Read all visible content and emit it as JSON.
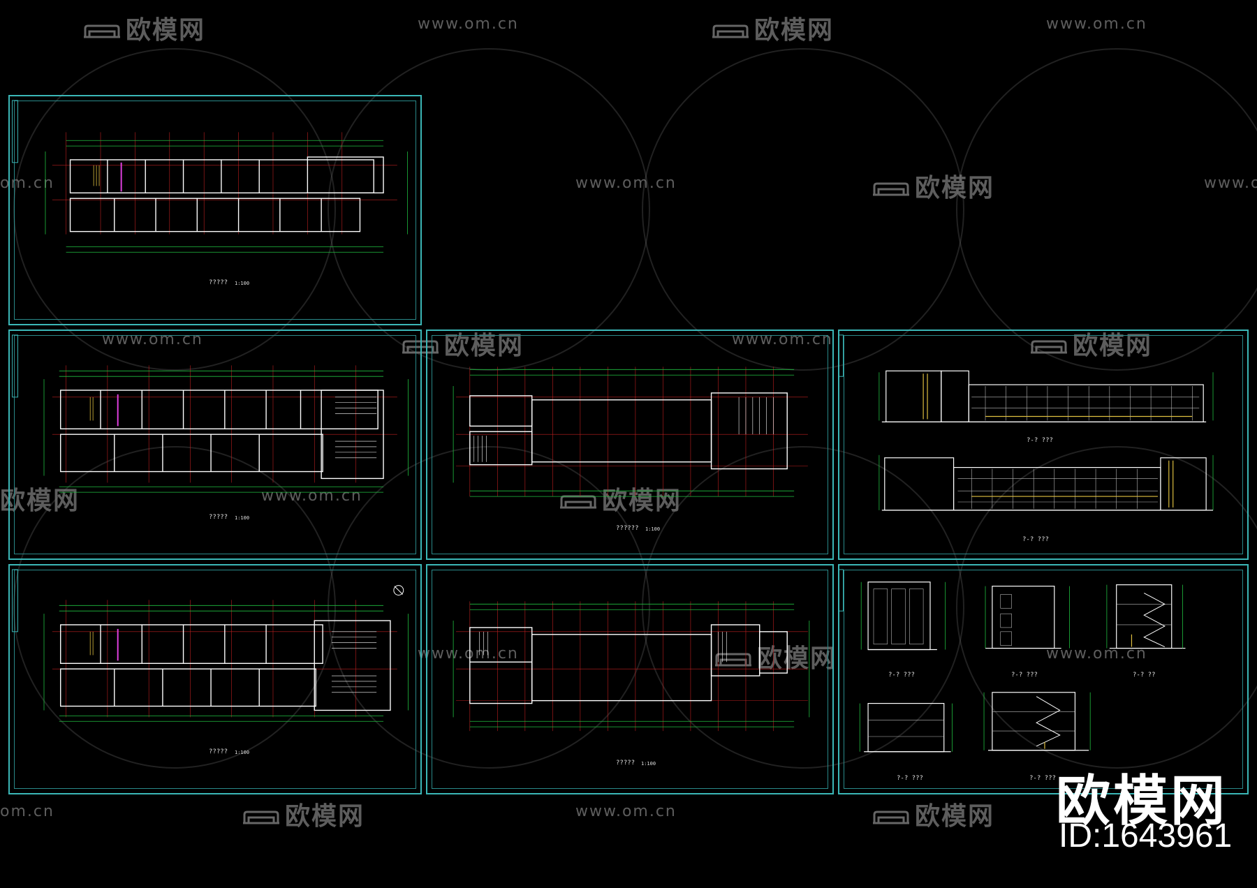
{
  "watermark": {
    "brand": "欧模网",
    "url": "www.om.cn",
    "url_partial": "om.cn",
    "url_partial_left": "www.om.cn"
  },
  "sheets": [
    {
      "id": "floor-plan-1",
      "title": "?????",
      "scale": "1:100"
    },
    {
      "id": "floor-plan-2",
      "title": "?????",
      "scale": "1:100"
    },
    {
      "id": "floor-plan-3",
      "title": "?????",
      "scale": "1:100"
    },
    {
      "id": "roof-plan-1",
      "title": "??????",
      "scale": "1:100"
    },
    {
      "id": "roof-plan-2",
      "title": "?????",
      "scale": "1:100"
    },
    {
      "id": "elevations",
      "labels": [
        "?-? ???",
        "?-? ???"
      ]
    },
    {
      "id": "sections",
      "labels": [
        "?-? ???",
        "?-? ???",
        "?-? ??",
        "?-? ???",
        "?-? ???"
      ]
    }
  ],
  "badge": {
    "brand": "欧模网",
    "id_text": "ID:1643961"
  },
  "colors": {
    "frame": "#3bb7b7",
    "wall": "#ffffff",
    "grid": "#c02020",
    "dim": "#20c040",
    "accent": "#e0c040",
    "magenta": "#e040e0"
  }
}
